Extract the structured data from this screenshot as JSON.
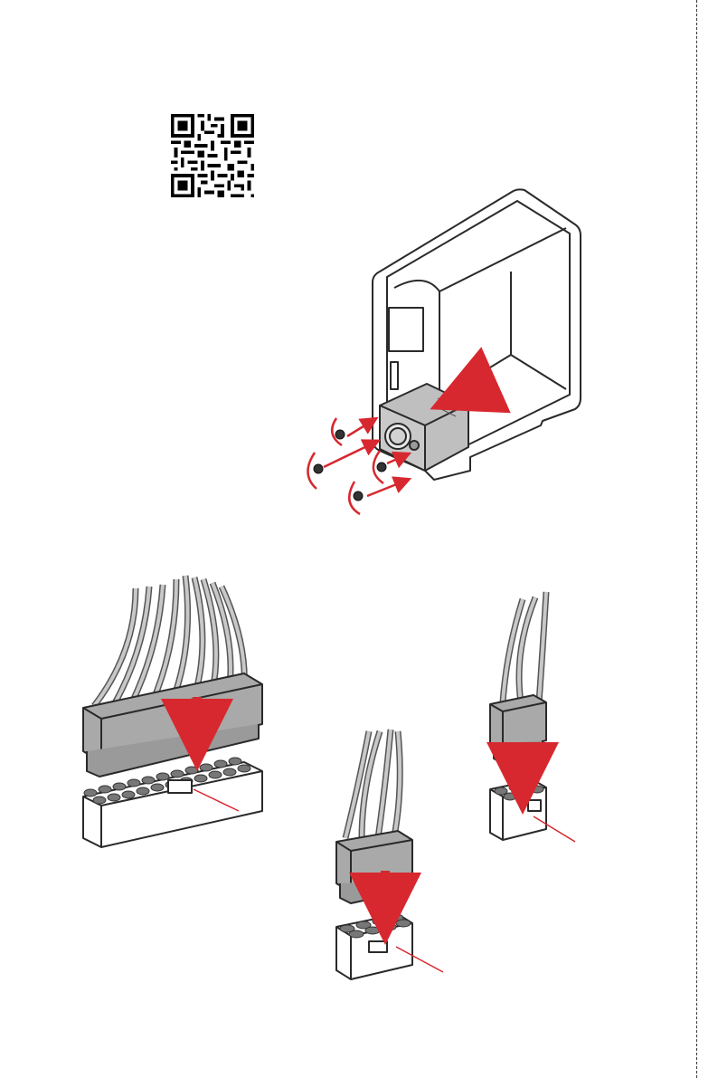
{
  "page": {
    "description_text": ""
  },
  "colors": {
    "accent": "#d7282f",
    "line": "#2a2a2a",
    "fill_light": "#ffffff",
    "fill_grey": "#b9b9b9",
    "fill_grey_dark": "#8e8e8e"
  },
  "qr": {
    "icon": "qr-code-icon"
  },
  "figures": {
    "psu_install": {
      "icon": "psu-installation-illustration"
    },
    "atx24": {
      "icon": "atx-24pin-connector-illustration"
    },
    "pcie8": {
      "icon": "pcie-8pin-connector-illustration"
    },
    "eps6": {
      "icon": "pcie-6pin-connector-illustration"
    }
  }
}
